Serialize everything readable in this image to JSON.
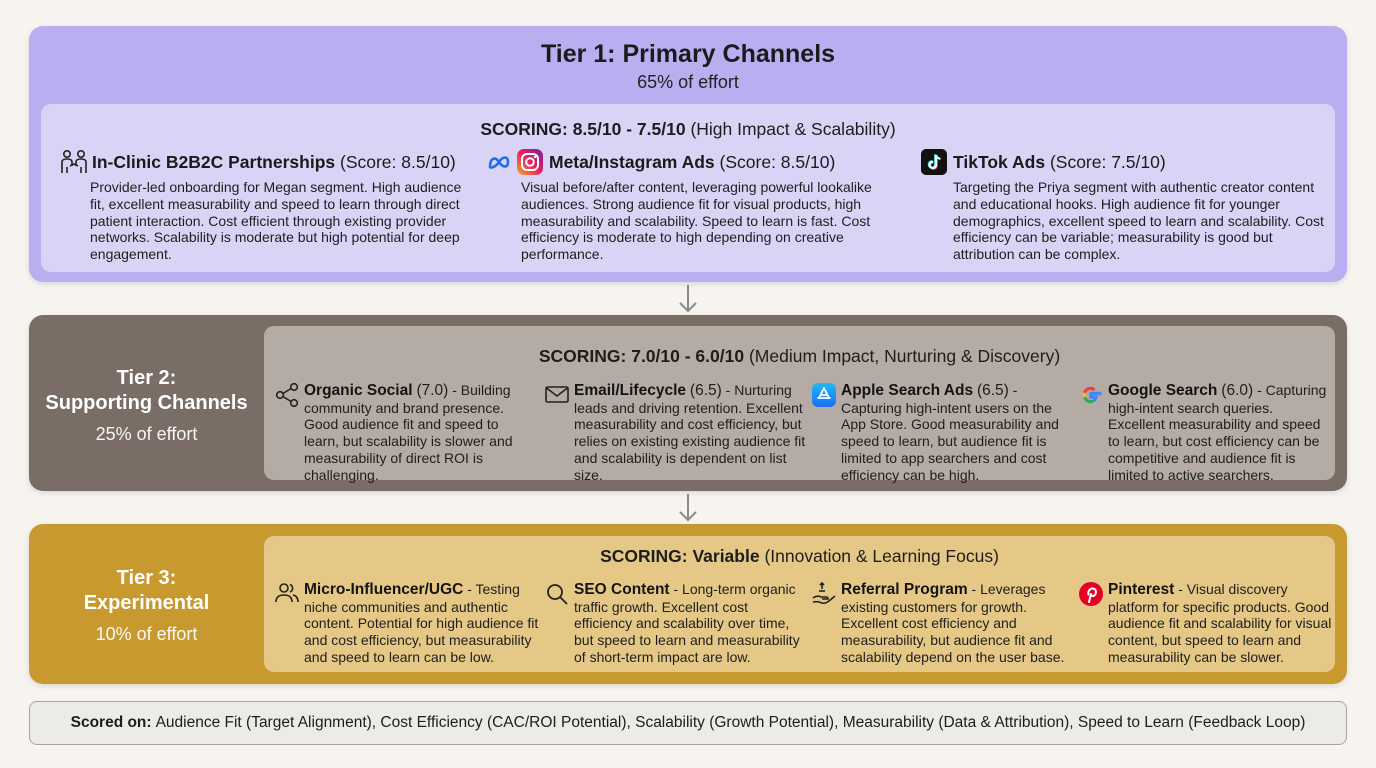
{
  "tier1": {
    "title": "Tier 1: Primary Channels",
    "effort": "65% of effort",
    "scoring_label": "SCORING: 8.5/10 - 7.5/10",
    "scoring_note": "(High Impact & Scalability)",
    "channels": [
      {
        "icon": "people-handshake-icon",
        "name": "In-Clinic B2B2C Partnerships",
        "score": "(Score: 8.5/10)",
        "desc": "Provider-led onboarding for Megan segment. High audience fit, excellent measurability and speed to learn through direct patient interaction. Cost efficient through existing provider networks. Scalability is moderate but high potential for deep engagement."
      },
      {
        "icon": "meta-instagram-icon",
        "name": "Meta/Instagram Ads",
        "score": "(Score: 8.5/10)",
        "desc": "Visual before/after content, leveraging powerful lookalike audiences. Strong audience fit for visual products, high measurability and scalability. Speed to learn is fast. Cost efficiency is moderate to high depending on creative performance."
      },
      {
        "icon": "tiktok-icon",
        "name": "TikTok Ads",
        "score": "(Score: 7.5/10)",
        "desc": "Targeting the Priya segment with authentic creator content and educational hooks. High audience fit for younger demographics, excellent speed to learn and scalability. Cost efficiency can be variable; measurability is good but attribution can be complex."
      }
    ]
  },
  "tier2": {
    "name_line1": "Tier 2:",
    "name_line2": "Supporting Channels",
    "effort": "25% of effort",
    "scoring_label": "SCORING: 7.0/10 - 6.0/10",
    "scoring_note": "(Medium Impact, Nurturing & Discovery)",
    "channels": [
      {
        "icon": "share-icon",
        "name": "Organic Social",
        "score": "(7.0)",
        "desc": "- Building community and brand presence. Good audience fit and speed to learn, but scalability is slower and measurability of direct ROI is challenging."
      },
      {
        "icon": "envelope-icon",
        "name": "Email/Lifecycle",
        "score": "(6.5)",
        "desc": "- Nurturing leads and driving retention. Excellent measurability and cost efficiency, but relies on existing existing audience fit and scalability is dependent on list size."
      },
      {
        "icon": "app-store-icon",
        "name": "Apple Search Ads",
        "score": "(6.5)",
        "desc": "- Capturing high-intent users on the App Store. Good measurability and speed to learn, but audience fit is limited to app searchers and cost efficiency can be high."
      },
      {
        "icon": "google-icon",
        "name": "Google Search",
        "score": "(6.0)",
        "desc": "- Capturing high-intent search queries. Excellent measurability and speed to learn, but cost efficiency can be competitive and audience fit is limited to active searchers."
      }
    ]
  },
  "tier3": {
    "name_line1": "Tier 3:",
    "name_line2": "Experimental",
    "effort": "10% of effort",
    "scoring_label": "SCORING: Variable",
    "scoring_note": "(Innovation & Learning Focus)",
    "channels": [
      {
        "icon": "users-icon",
        "name": "Micro-Influencer/UGC",
        "score": "",
        "desc": "- Testing niche communities and authentic content. Potential for high audience fit and cost efficiency, but measurability and speed to learn can be low."
      },
      {
        "icon": "search-icon",
        "name": "SEO Content",
        "score": "",
        "desc": "- Long-term organic traffic growth. Excellent cost efficiency and scalability over time, but speed to learn and measurability of short-term impact are low."
      },
      {
        "icon": "hand-offering-icon",
        "name": "Referral Program",
        "score": "",
        "desc": "- Leverages existing customers for growth. Excellent cost efficiency and measurability, but audience fit and scalability depend on the user base."
      },
      {
        "icon": "pinterest-icon",
        "name": "Pinterest",
        "score": "",
        "desc": "- Visual discovery platform for specific products. Good audience fit and scalability for visual content, but speed to learn and measurability can be slower."
      }
    ]
  },
  "footer": {
    "label": "Scored on:",
    "text": "Audience Fit (Target Alignment), Cost Efficiency (CAC/ROI Potential), Scalability (Growth Potential), Measurability (Data & Attribution), Speed to Learn (Feedback Loop)"
  },
  "colors": {
    "tier1_bg": "#b8aef0",
    "tier2_bg": "#7a6d66",
    "tier3_bg": "#c7992f",
    "background": "#f7f4ef"
  }
}
